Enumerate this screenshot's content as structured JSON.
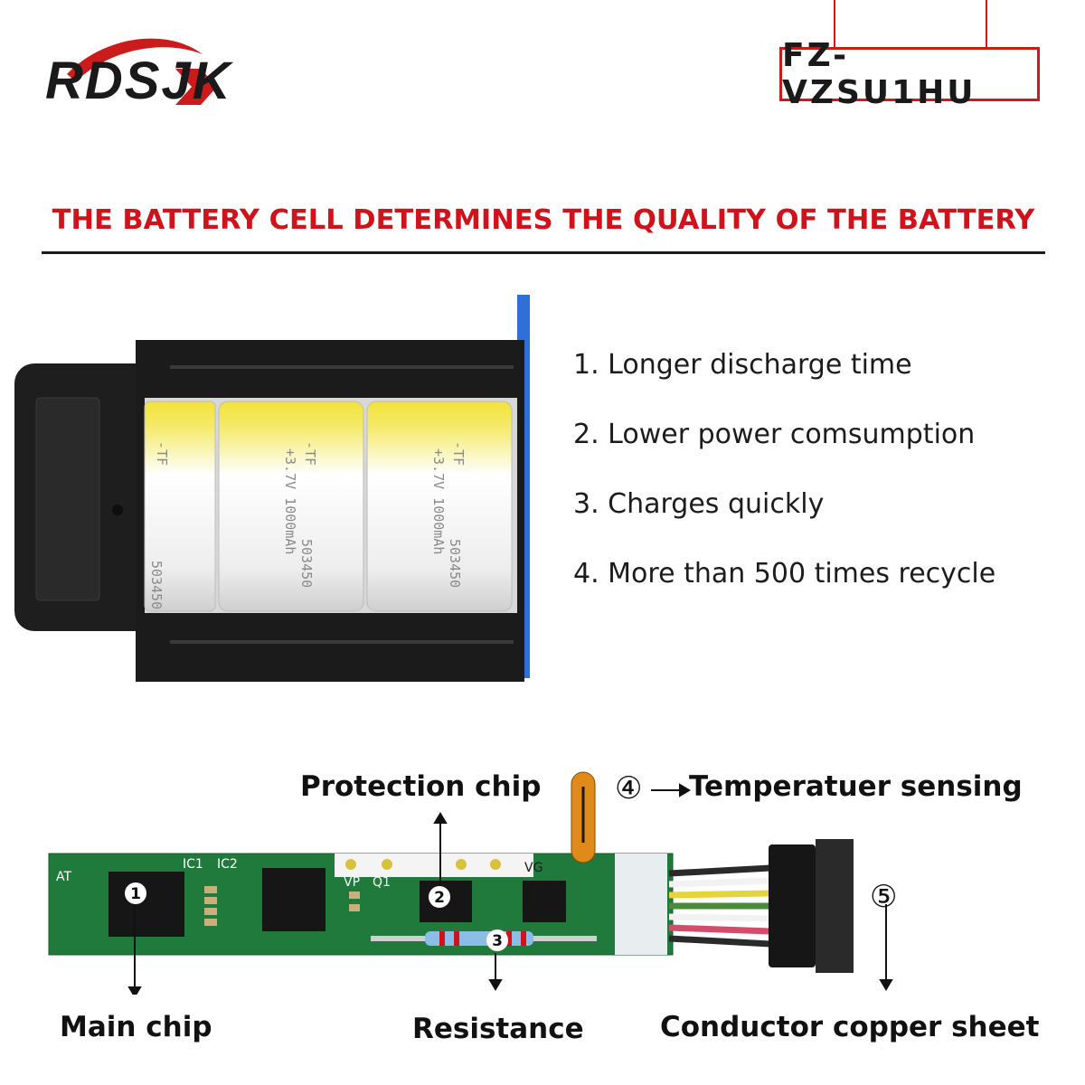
{
  "brand": {
    "name": "RDSJK"
  },
  "model": {
    "code": "FZ-VZSU1HU"
  },
  "headline": "THE BATTERY CELL DETERMINES THE QUALITY OF THE BATTERY",
  "features": [
    "1. Longer discharge time",
    "2. Lower power comsumption",
    "3. Charges quickly",
    "4. More than 500 times recycle"
  ],
  "cell_labels": {
    "brand_line": "-TF",
    "model_line": "503450",
    "spec_line": "+3.7V 1000mAh"
  },
  "pcb_labels": {
    "protection_chip": "Protection chip",
    "temperature_sensing": "Temperatuer sensing",
    "main_chip": "Main chip",
    "resistance": "Resistance",
    "conductor_copper_sheet": "Conductor copper sheet",
    "marker_1": "1",
    "marker_2": "2",
    "marker_3": "3",
    "marker_4": "④",
    "marker_5": "⑤",
    "silk_ic1": "IC1",
    "silk_ic2": "IC2",
    "silk_at": "AT",
    "silk_vp": "VP",
    "silk_q1": "Q1",
    "silk_vg": "VG"
  },
  "colors": {
    "accent_red": "#d0121b",
    "pcb_green": "#1f7a3c",
    "cell_yellow": "#f2e23a",
    "case_black": "#1b1b1b"
  }
}
